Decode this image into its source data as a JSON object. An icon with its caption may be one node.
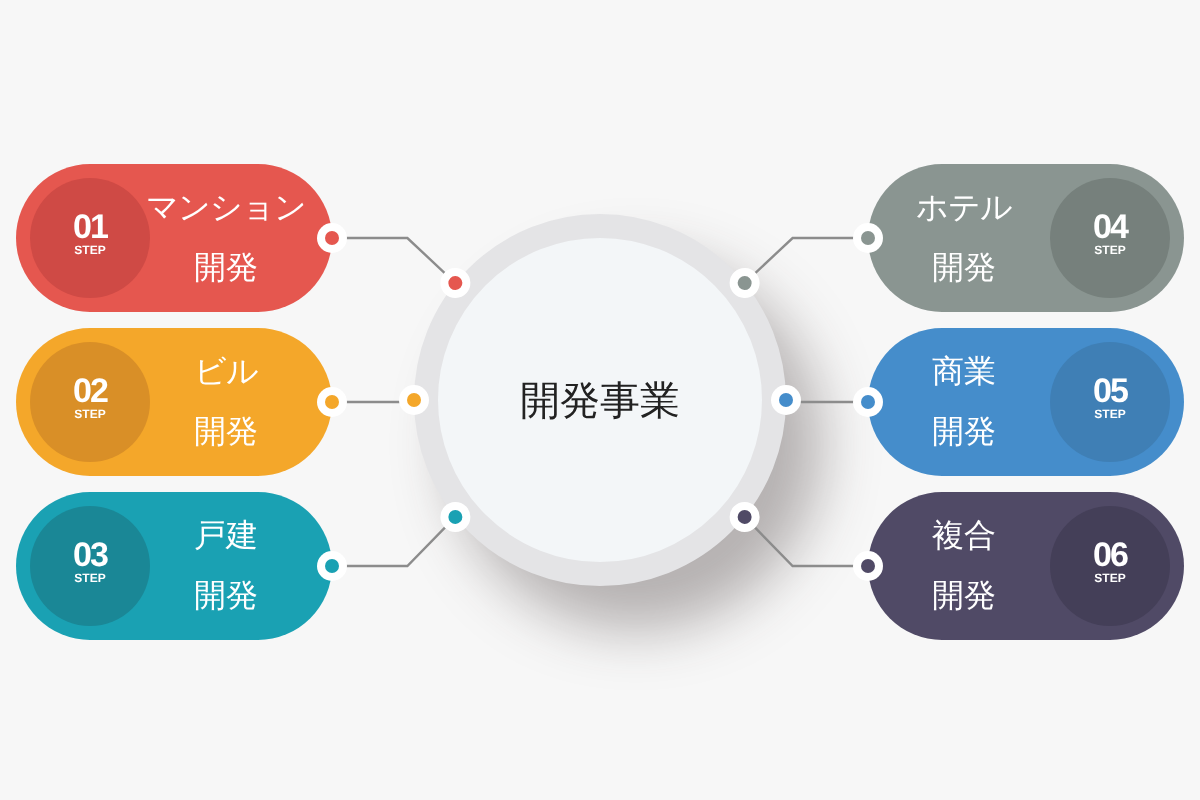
{
  "diagram": {
    "nodes": [
      {
        "text": [
          "開発事業"
        ]
      },
      {
        "text": [
          "マンション",
          "開発"
        ]
      },
      {
        "text": [
          "01",
          "STEP"
        ],
        "in": 1
      },
      {
        "text": [
          "ビル",
          "開発"
        ]
      },
      {
        "text": [
          "02",
          "STEP"
        ],
        "in": 3
      },
      {
        "text": [
          "戸建",
          "開発"
        ]
      },
      {
        "text": [
          "03",
          "STEP"
        ],
        "in": 5
      },
      {
        "text": [
          "ホテル",
          "開発"
        ]
      },
      {
        "text": [
          "04",
          "STEP"
        ],
        "in": 7
      },
      {
        "text": [
          "商業",
          "開発"
        ]
      },
      {
        "text": [
          "05",
          "STEP"
        ],
        "in": 9
      },
      {
        "text": [
          "複合",
          "開発"
        ]
      },
      {
        "text": [
          "06",
          "STEP"
        ],
        "in": 11
      }
    ],
    "edges": [
      {
        "from": 1,
        "to": 0,
        "arrow": "other"
      },
      {
        "from": 3,
        "to": 0,
        "arrow": "other"
      },
      {
        "from": 5,
        "to": 0,
        "arrow": "other"
      },
      {
        "from": 7,
        "to": 0,
        "arrow": "other"
      },
      {
        "from": 9,
        "to": 0,
        "arrow": "other"
      },
      {
        "from": 11,
        "to": 0,
        "arrow": "other"
      }
    ]
  }
}
